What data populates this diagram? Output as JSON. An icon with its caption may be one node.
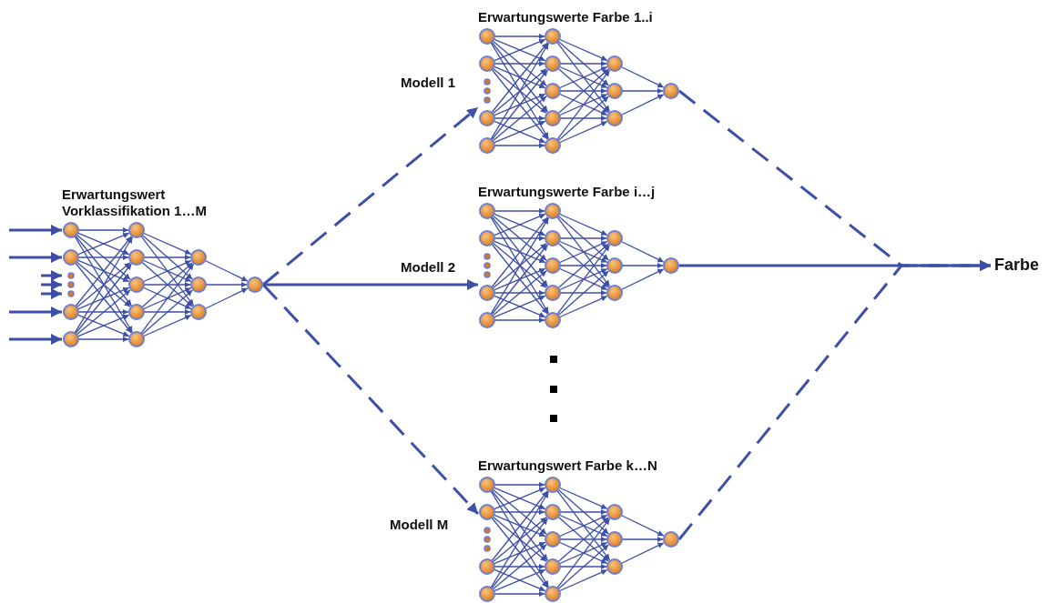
{
  "diagram": {
    "nodes": [
      {
        "text": [
          "Erwartungswert Vorklassifikation 1…M"
        ]
      },
      {
        "text": [
          "Erwartungswerte Farbe 1..i"
        ]
      },
      {
        "text": [
          "Erwartungswerte Farbe i…j"
        ]
      },
      {
        "text": [
          "Erwartungswert Farbe k…N"
        ]
      },
      {
        "text": [
          "Farbe"
        ]
      }
    ],
    "edges": [
      {
        "from": null,
        "to": 0,
        "arrow": "to"
      },
      {
        "from": null,
        "to": 0,
        "arrow": "to"
      },
      {
        "from": null,
        "to": 0,
        "arrow": "to"
      },
      {
        "from": null,
        "to": 0,
        "arrow": "to"
      },
      {
        "from": null,
        "to": 0,
        "arrow": "to"
      },
      {
        "from": null,
        "to": 0,
        "arrow": "to"
      },
      {
        "from": null,
        "to": 0,
        "arrow": "to"
      },
      {
        "from": 0,
        "to": 1,
        "arrow": "to",
        "label": "Modell 1",
        "style": "dashed"
      },
      {
        "from": 0,
        "to": 2,
        "arrow": "to",
        "label": "Modell 2"
      },
      {
        "from": 0,
        "to": 3,
        "arrow": "to",
        "label": "Modell M",
        "style": "dashed"
      },
      {
        "from": 1,
        "to": 4,
        "arrow": "to",
        "style": "dashed"
      },
      {
        "from": 2,
        "to": 4,
        "arrow": "to"
      },
      {
        "from": 3,
        "to": 4,
        "arrow": "to",
        "style": "dashed"
      }
    ]
  }
}
